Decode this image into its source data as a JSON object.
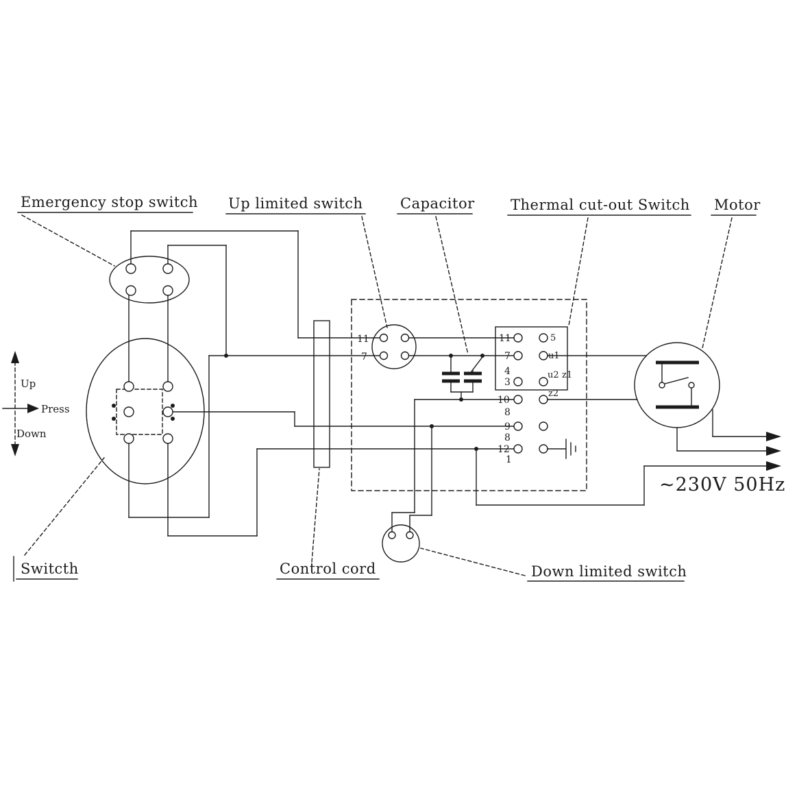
{
  "diagram": {
    "component_labels": {
      "emergency_stop": "Emergency stop switch",
      "up_limited": "Up limited switch",
      "capacitor": "Capacitor",
      "thermal_cutout": "Thermal cut-out Switch",
      "motor": "Motor",
      "switch": "Switcth",
      "control_cord": "Control cord",
      "down_limited": "Down limited switch"
    },
    "power_rating": "~230V 50Hz",
    "direction_indicator": {
      "up": "Up",
      "press": "Press",
      "down": "Down"
    },
    "up_switch_terminals": {
      "t1": "11",
      "t2": "7"
    },
    "terminal_strip": {
      "numbers": [
        "11",
        "7",
        "4",
        "3",
        "10",
        "8",
        "9",
        "8",
        "12",
        "1"
      ],
      "wire_labels": [
        "5",
        "u1",
        "u2",
        "z1",
        "z2"
      ]
    },
    "colors": {
      "line": "#1b1b1b",
      "background": "#ffffff"
    }
  }
}
